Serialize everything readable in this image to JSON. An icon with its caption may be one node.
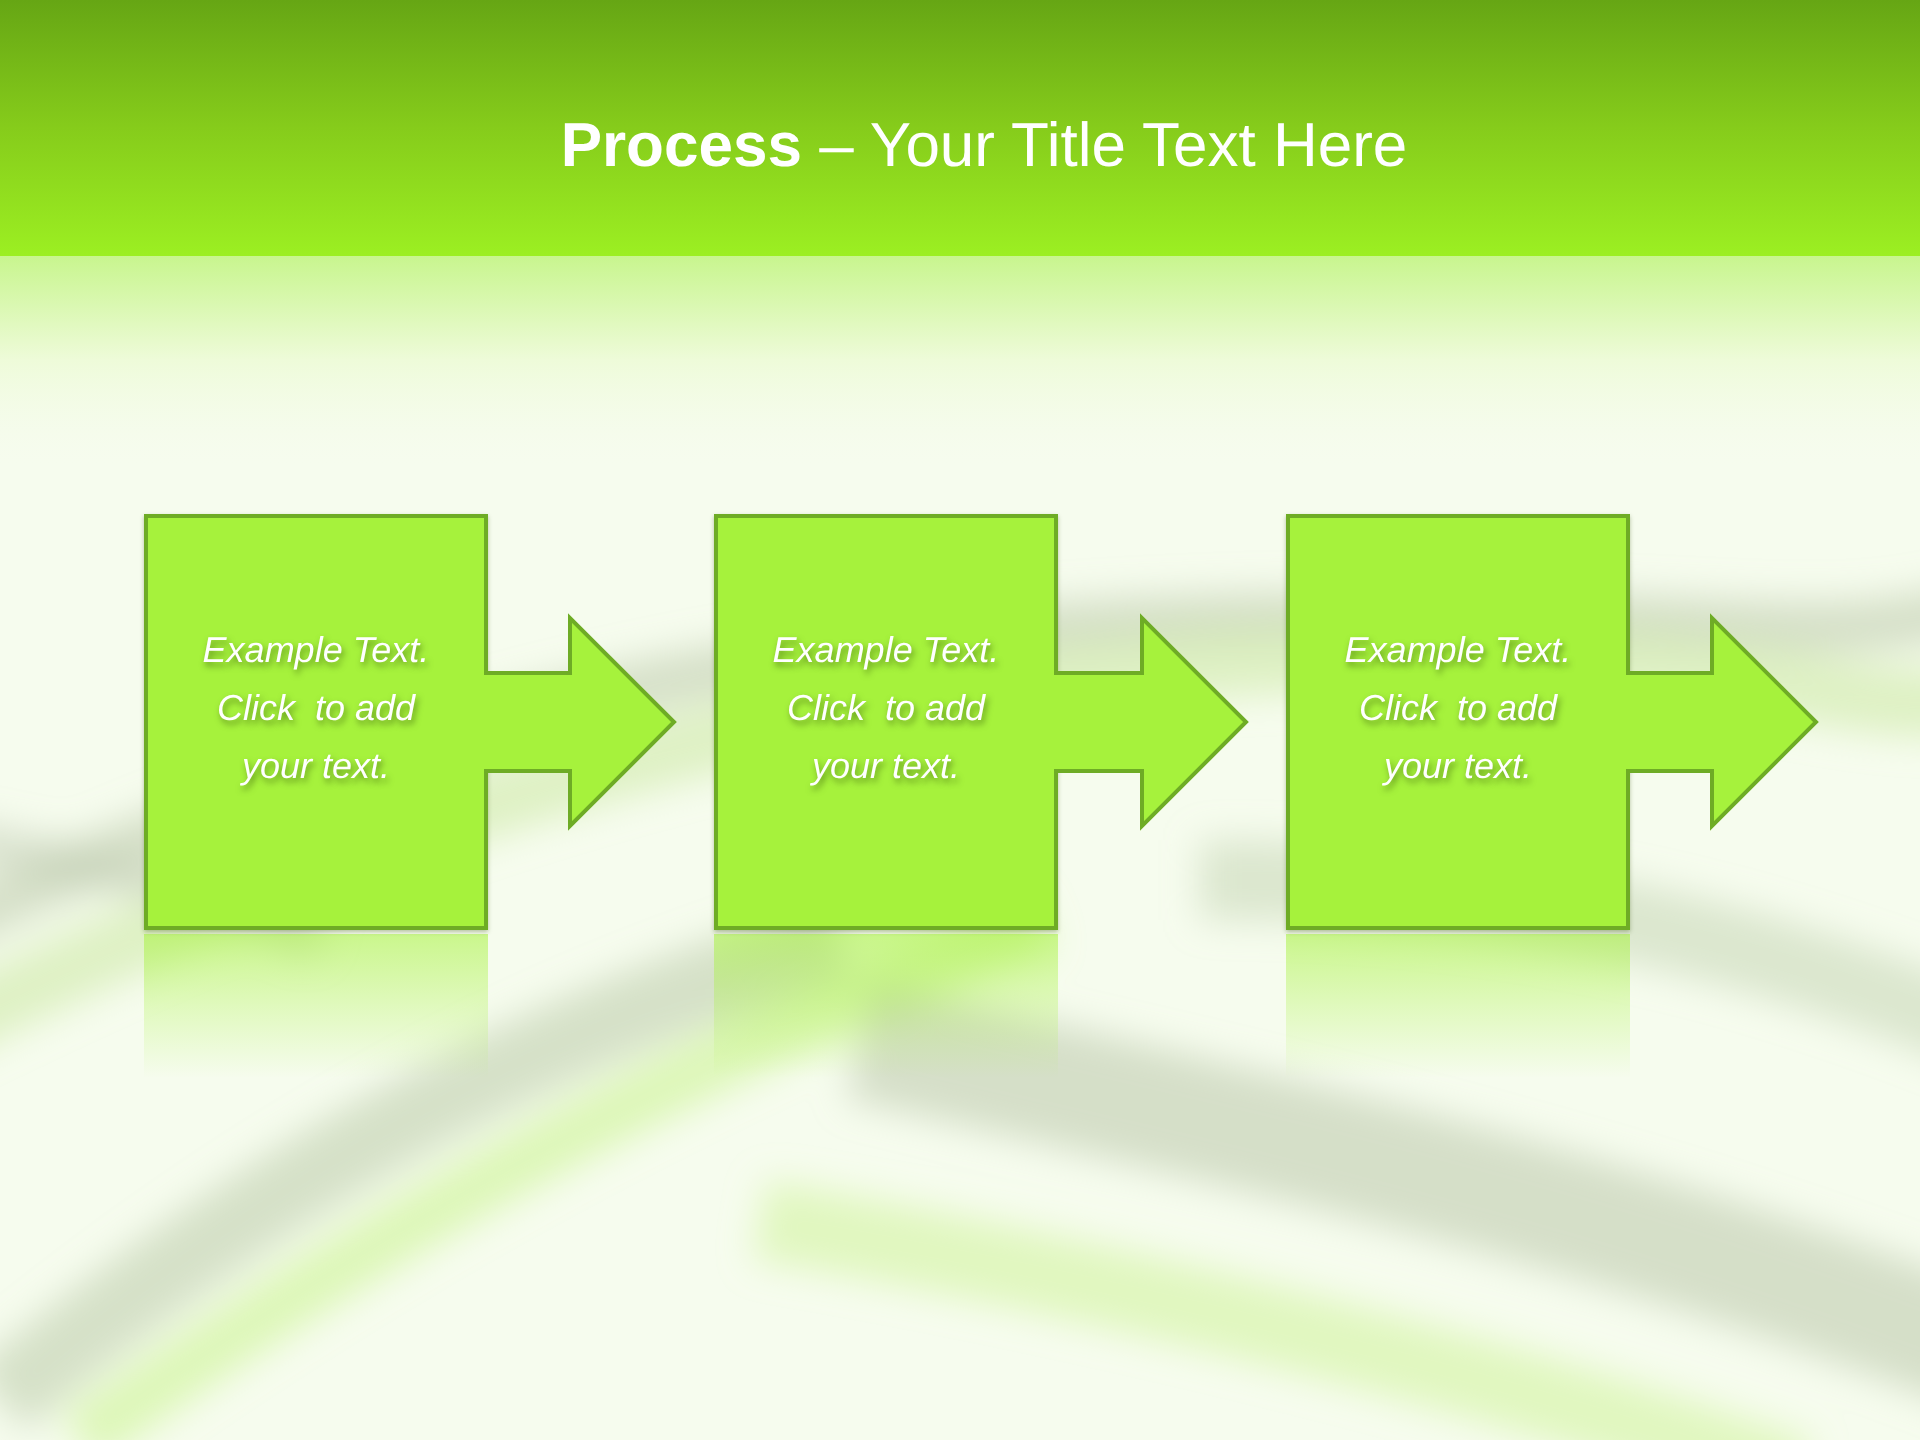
{
  "diagram": {
    "title": "**Process** – Your Title Text Here",
    "nodes": [
      {
        "text": [
          "Example Text. Click  to add your text."
        ]
      },
      {
        "text": [
          "Example Text. Click  to add your text."
        ]
      },
      {
        "text": [
          "Example Text. Click  to add your text."
        ]
      }
    ],
    "edges": [
      {
        "from": 0,
        "to": 1,
        "arrow": "to"
      },
      {
        "from": 1,
        "to": 2,
        "arrow": "to"
      },
      {
        "from": 2,
        "to": null,
        "arrow": "to"
      }
    ]
  }
}
